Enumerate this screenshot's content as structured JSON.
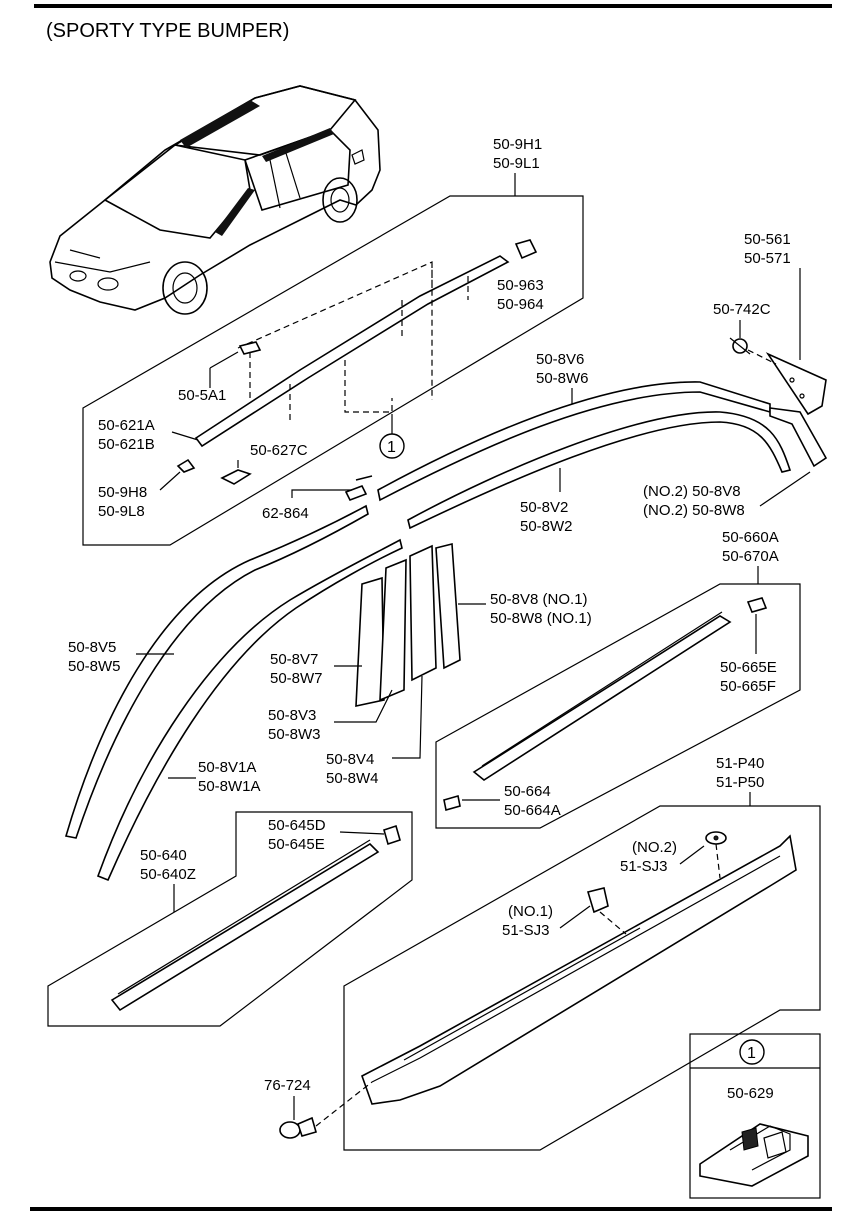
{
  "title": "(SPORTY TYPE BUMPER)",
  "callouts": {
    "c_509h1": [
      "50-9H1",
      "50-9L1"
    ],
    "c_50963": [
      "50-963",
      "50-964"
    ],
    "c_505a1": [
      "50-5A1"
    ],
    "c_50621a": [
      "50-621A",
      "50-621B"
    ],
    "c_50627c": [
      "50-627C"
    ],
    "c_509h8": [
      "50-9H8",
      "50-9L8"
    ],
    "c_62864": [
      "62-864"
    ],
    "c_508v6": [
      "50-8V6",
      "50-8W6"
    ],
    "c_508v2": [
      "50-8V2",
      "50-8W2"
    ],
    "c_508v8no2": [
      "(NO.2) 50-8V8",
      "(NO.2) 50-8W8"
    ],
    "c_50561": [
      "50-561",
      "50-571"
    ],
    "c_50742c": [
      "50-742C"
    ],
    "c_508v8no1": [
      "50-8V8  (NO.1)",
      "50-8W8  (NO.1)"
    ],
    "c_508v5": [
      "50-8V5",
      "50-8W5"
    ],
    "c_508v7": [
      "50-8V7",
      "50-8W7"
    ],
    "c_508v3": [
      "50-8V3",
      "50-8W3"
    ],
    "c_508v4": [
      "50-8V4",
      "50-8W4"
    ],
    "c_508v1a": [
      "50-8V1A",
      "50-8W1A"
    ],
    "c_50660a": [
      "50-660A",
      "50-670A"
    ],
    "c_50665e": [
      "50-665E",
      "50-665F"
    ],
    "c_50664": [
      "50-664",
      "50-664A"
    ],
    "c_51p40": [
      "51-P40",
      "51-P50"
    ],
    "c_51sj3no2": [
      "(NO.2)",
      "51-SJ3"
    ],
    "c_51sj3no1": [
      "(NO.1)",
      "51-SJ3"
    ],
    "c_50645d": [
      "50-645D",
      "50-645E"
    ],
    "c_50640": [
      "50-640",
      "50-640Z"
    ],
    "c_76724": [
      "76-724"
    ]
  },
  "reference_marker": "1",
  "inset": {
    "marker": "1",
    "part": "50-629"
  }
}
